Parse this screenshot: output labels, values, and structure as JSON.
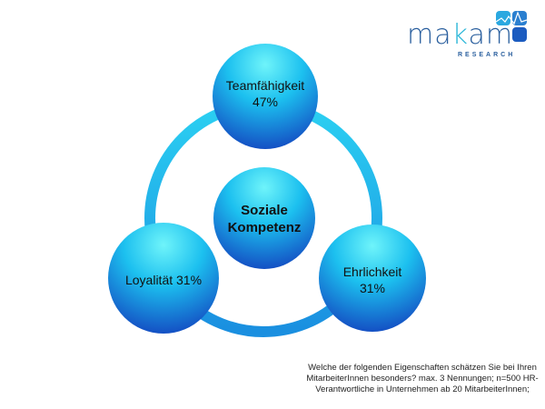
{
  "logo": {
    "word_start": "ma",
    "word_k": "k",
    "word_end": "am",
    "sub": "RESEARCH"
  },
  "center": {
    "line1": "Soziale",
    "line2": "Kompetenz"
  },
  "nodes": [
    {
      "label": "Teamfähigkeit",
      "value": "47%"
    },
    {
      "label": "Loyalität 31%"
    },
    {
      "label": "Ehrlichkeit",
      "value": "31%"
    }
  ],
  "note": "Welche der folgenden Eigenschaften schätzen Sie bei Ihren MitarbeiterInnen besonders? max. 3 Nennungen; n=500 HR-Verantwortliche in Unternehmen ab 20 MitarbeiterInnen;",
  "colors": {
    "light": "#5ef0f8",
    "mid": "#19b8ee",
    "dark": "#1458c8"
  }
}
